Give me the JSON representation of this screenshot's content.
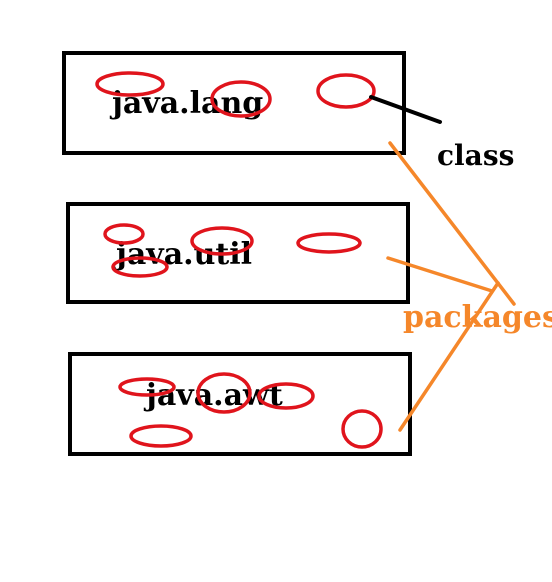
{
  "packages": [
    {
      "name": "java.lang"
    },
    {
      "name": "java.util"
    },
    {
      "name": "java.awt"
    }
  ],
  "annotations": {
    "class_label": "class",
    "packages_label": "packages"
  },
  "colors": {
    "box_stroke": "#000000",
    "class_ellipse": "#e0141c",
    "packages_arrow": "#f5872a",
    "class_arrow": "#000000"
  }
}
